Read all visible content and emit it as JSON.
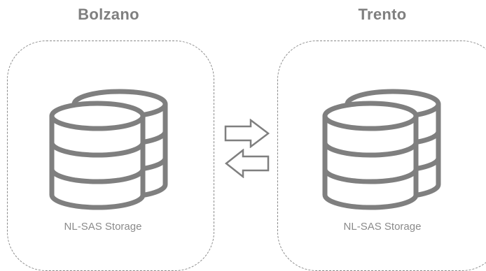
{
  "sites": {
    "left": {
      "title": "Bolzano",
      "storage_label": "NL-SAS Storage"
    },
    "right": {
      "title": "Trento",
      "storage_label": "NL-SAS Storage"
    }
  },
  "icons": {
    "storage": "database-stack-icon",
    "replication_forward": "arrow-right-icon",
    "replication_backward": "arrow-left-icon"
  },
  "colors": {
    "stroke": "#7f7f7f",
    "title": "#7f7f7f",
    "border": "#8a8a8a"
  }
}
